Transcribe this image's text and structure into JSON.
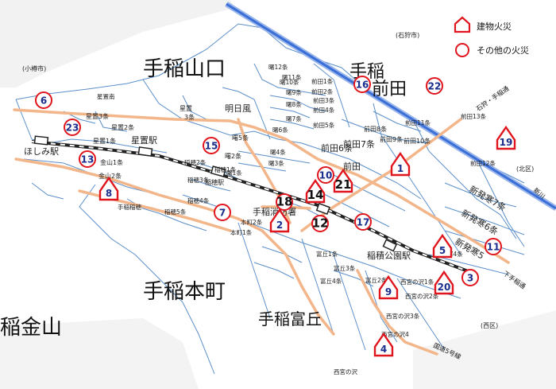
{
  "legend": {
    "building_fire": "建物火災",
    "other_fire": "その他の火災"
  },
  "colors": {
    "marker_red": "#e0151d",
    "number_blue": "#1a2d8c",
    "road": "#f2b68a",
    "boundary": "#5b8fc9",
    "river": "#3a6fd8",
    "railway": "#222222"
  },
  "districts": {
    "yamaguchi": "手稲山口",
    "maeda_top": "手稲",
    "maeda_bottom": "前田",
    "honcho": "手稲本町",
    "tomioka": "手稲富丘",
    "kanayama": "稲金山",
    "akebono": "明日風"
  },
  "neighbors": {
    "otaru": "(小樽市)",
    "ishikari": "(石狩市)",
    "kita": "(北区)",
    "nishi": "(西区)"
  },
  "roads": {
    "ishikari_teine": "石狩・手稲通",
    "shimoteine": "下手稲通",
    "route5": "国道5号線",
    "river": "新川"
  },
  "landmarks": {
    "hoshimi_station": "ほしみ駅",
    "hoshioki_station": "星置駅",
    "inaho_station": "稲穂駅",
    "fire_station": "手稲消防署",
    "inazumi_park": "稲積公園駅",
    "teine_inaho": "手稲稲穂",
    "inaho_5": "稲穂5条"
  },
  "streets": {
    "hoshioki3": "星置3条",
    "hoshioki2": "星置2条",
    "hoshioki1": "星置1条",
    "hoshiokinan": "星置南",
    "kanayama1": "金山1条",
    "kanayama2": "金山2条",
    "hoshioki_a": "星置",
    "hoshioki_b": "3条",
    "akebono5": "曙5条",
    "akebono2": "曙2条",
    "akebono4": "曙4条",
    "akebono3": "曙3条",
    "akebono1": "曙1条",
    "akebono6": "曙6条",
    "akebono7": "曙7条",
    "akebono8": "曙8条",
    "akebono9": "曙9条",
    "akebono10": "曙10条",
    "akebono11": "曙11条",
    "akebono12": "曙12条",
    "maeda1": "前田1条",
    "maeda2": "前田2条",
    "maeda3": "前田3条",
    "maeda4": "前田4条",
    "maeda5": "前田5条",
    "maeda6": "前田6条",
    "maeda7": "前田7条",
    "maeda8": "前田8条",
    "maeda9": "前田9条",
    "maeda10": "前田10条",
    "maeda11": "前田11条",
    "maeda12": "前田12条",
    "maeda13": "前田13条",
    "inaho1": "稲穂1条",
    "inaho2": "稲穂2条",
    "inaho3": "稲穂3条",
    "inaho4": "稲穂4条",
    "teine_honcho1": "本町1条",
    "teine_honcho2": "本町2条",
    "tomioka1": "富丘1条",
    "tomioka2": "富丘2条",
    "tomioka3": "富丘3条",
    "tomioka4": "富丘4条",
    "shinhassamu4": "新発寒4条",
    "shinhassamu5": "新発寒5",
    "shinhassamu6": "新発寒6条",
    "shinhassamu7": "新発寒7条",
    "nishimiya1": "西宮の沢1条",
    "nishimiya2": "西宮の沢2条",
    "nishimiya3": "西宮の沢3条",
    "nishimiya4": "西宮の沢4",
    "nishimiya5": "西宮の沢",
    "maeda_numbers": "前田"
  },
  "incidents": [
    {
      "id": "1",
      "type": "building"
    },
    {
      "id": "2",
      "type": "building"
    },
    {
      "id": "3",
      "type": "other"
    },
    {
      "id": "4",
      "type": "building"
    },
    {
      "id": "5",
      "type": "building"
    },
    {
      "id": "6",
      "type": "other"
    },
    {
      "id": "7",
      "type": "other"
    },
    {
      "id": "8",
      "type": "building"
    },
    {
      "id": "9",
      "type": "building"
    },
    {
      "id": "10",
      "type": "other"
    },
    {
      "id": "11",
      "type": "other"
    },
    {
      "id": "12",
      "type": "other"
    },
    {
      "id": "13",
      "type": "other"
    },
    {
      "id": "14",
      "type": "building"
    },
    {
      "id": "15",
      "type": "other"
    },
    {
      "id": "16",
      "type": "other"
    },
    {
      "id": "17",
      "type": "other"
    },
    {
      "id": "18",
      "type": "other"
    },
    {
      "id": "19",
      "type": "building"
    },
    {
      "id": "20",
      "type": "building"
    },
    {
      "id": "21",
      "type": "building"
    },
    {
      "id": "22",
      "type": "other"
    },
    {
      "id": "23",
      "type": "other"
    }
  ]
}
